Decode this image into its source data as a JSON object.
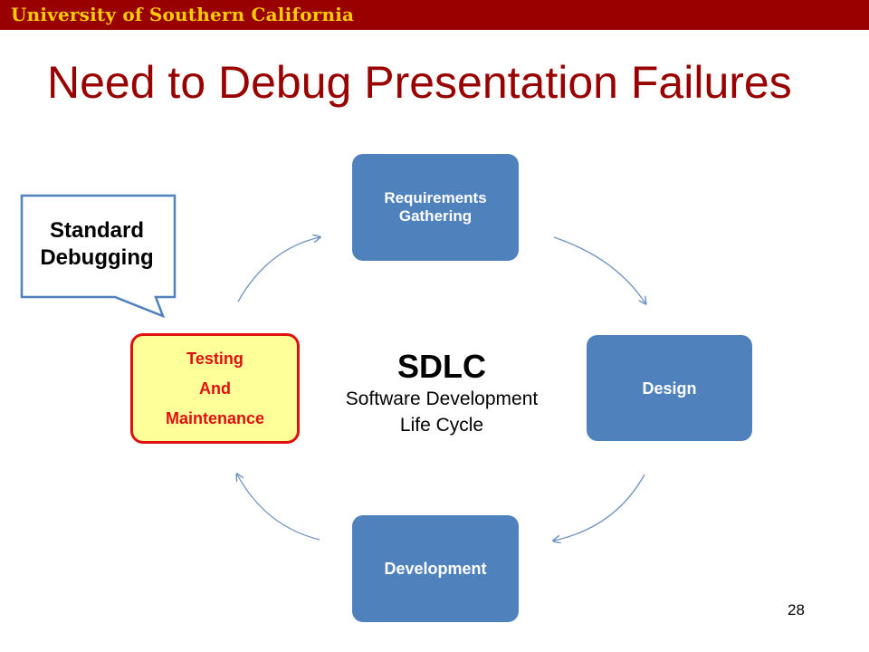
{
  "header": {
    "university": "University of Southern California"
  },
  "slide": {
    "title": "Need to Debug Presentation Failures",
    "page_number": "28"
  },
  "cycle": {
    "nodes": [
      {
        "id": "requirements",
        "label": "Requirements Gathering"
      },
      {
        "id": "design",
        "label": "Design"
      },
      {
        "id": "development",
        "label": "Development"
      },
      {
        "id": "testing",
        "lines": [
          "Testing",
          "And",
          "Maintenance"
        ]
      }
    ],
    "center": {
      "title": "SDLC",
      "line1": "Software Development",
      "line2": "Life Cycle"
    }
  },
  "callout": {
    "lines": [
      "Standard",
      "Debugging"
    ]
  },
  "colors": {
    "usc_cardinal": "#990000",
    "usc_gold": "#ffcc00",
    "node_blue": "#4f81bd",
    "highlight_fill": "#ffff99",
    "highlight_border": "#e01010",
    "arrow": "#6f93c2"
  }
}
